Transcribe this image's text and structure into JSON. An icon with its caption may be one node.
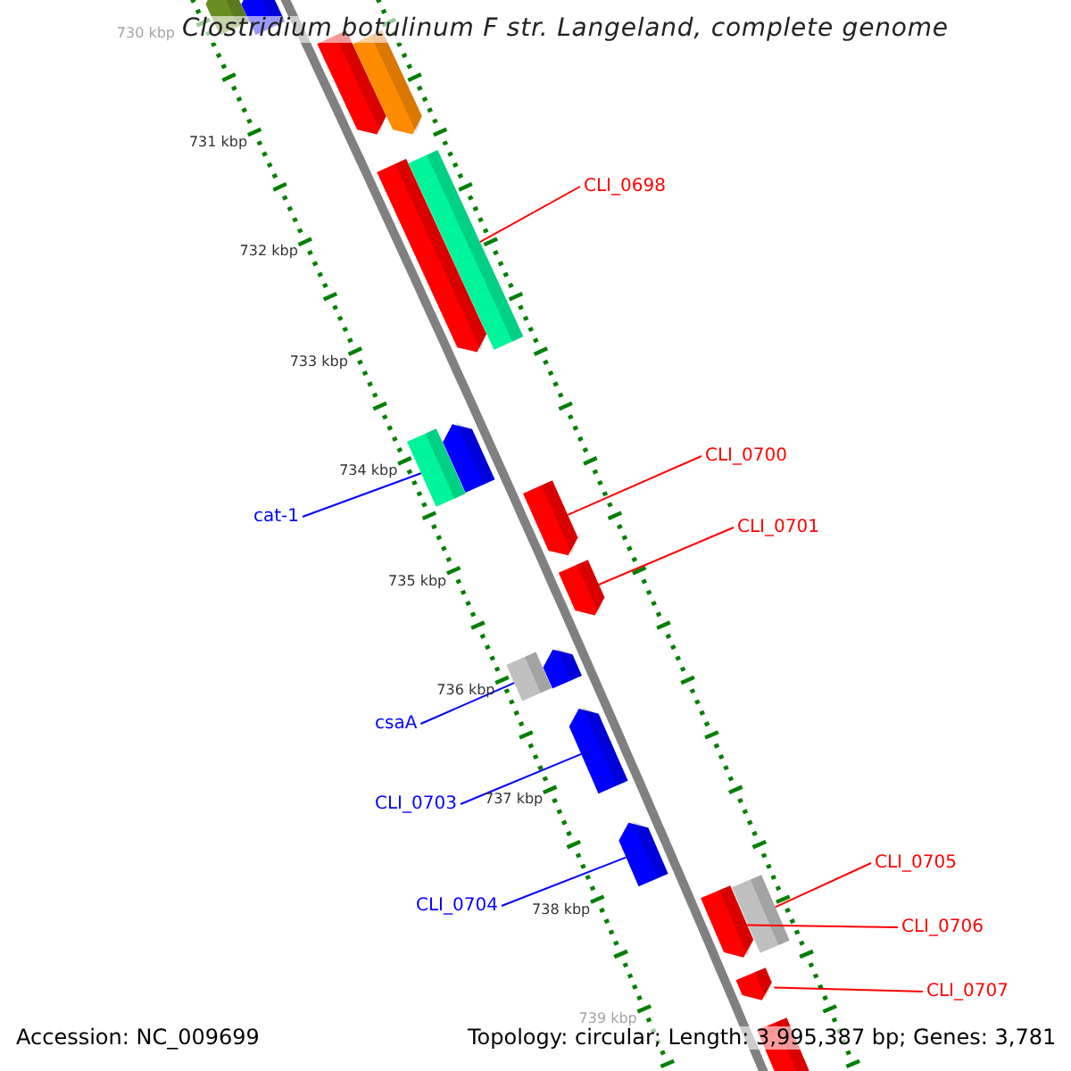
{
  "diagram": {
    "title": "Clostridium botulinum F str. Langeland, complete genome",
    "nodes": [
      {
        "text": [
          "CLI_0698"
        ]
      },
      {
        "text": [],
        "shape": "bar"
      },
      {
        "text": [
          "CLI_0700"
        ]
      },
      {
        "text": [],
        "shape": "arrow"
      },
      {
        "text": [
          "CLI_0701"
        ]
      },
      {
        "text": [],
        "shape": "arrow"
      },
      {
        "text": [
          "cat-1"
        ]
      },
      {
        "text": [],
        "shape": "bar"
      },
      {
        "text": [
          "csaA"
        ]
      },
      {
        "text": [],
        "shape": "bar"
      },
      {
        "text": [
          "CLI_0703"
        ]
      },
      {
        "text": [],
        "shape": "arrow"
      },
      {
        "text": [
          "CLI_0704"
        ]
      },
      {
        "text": [],
        "shape": "arrow"
      },
      {
        "text": [
          "CLI_0705"
        ]
      },
      {
        "text": [],
        "shape": "bar"
      },
      {
        "text": [
          "CLI_0706"
        ]
      },
      {
        "text": [],
        "shape": "arrow"
      },
      {
        "text": [
          "CLI_0707"
        ]
      },
      {
        "text": [],
        "shape": "arrow"
      },
      {
        "text": [],
        "shape": "arrow"
      },
      {
        "text": [],
        "shape": "arrow"
      },
      {
        "text": [],
        "shape": "arrow"
      },
      {
        "text": [],
        "shape": "arrow"
      },
      {
        "text": [],
        "shape": "arrow"
      },
      {
        "text": [],
        "shape": "arrow"
      },
      {
        "text": [],
        "shape": "arrow"
      },
      {
        "text": [],
        "shape": "arrow"
      }
    ],
    "edges": [
      {
        "from": 0,
        "to": 1,
        "arrow": "none"
      },
      {
        "from": 2,
        "to": 3,
        "arrow": "none"
      },
      {
        "from": 4,
        "to": 5,
        "arrow": "none"
      },
      {
        "from": 6,
        "to": 7,
        "arrow": "none",
        "color": "#0000ff"
      },
      {
        "from": 8,
        "to": 9,
        "arrow": "none",
        "color": "#0000ff"
      },
      {
        "from": 10,
        "to": 11,
        "arrow": "none",
        "color": "#0000ff"
      },
      {
        "from": 12,
        "to": 13,
        "arrow": "none",
        "color": "#0000ff"
      },
      {
        "from": 14,
        "to": 15,
        "arrow": "none"
      },
      {
        "from": 16,
        "to": 17,
        "arrow": "none"
      },
      {
        "from": 18,
        "to": 19,
        "arrow": "none"
      }
    ],
    "labels": [
      "730 kbp",
      "731 kbp",
      "732 kbp",
      "733 kbp",
      "734 kbp",
      "735 kbp",
      "736 kbp",
      "737 kbp",
      "738 kbp",
      "739 kbp",
      "Accession: NC_009699",
      "Topology: circular; Length: 3,995,387 bp; Genes: 3,781"
    ]
  }
}
